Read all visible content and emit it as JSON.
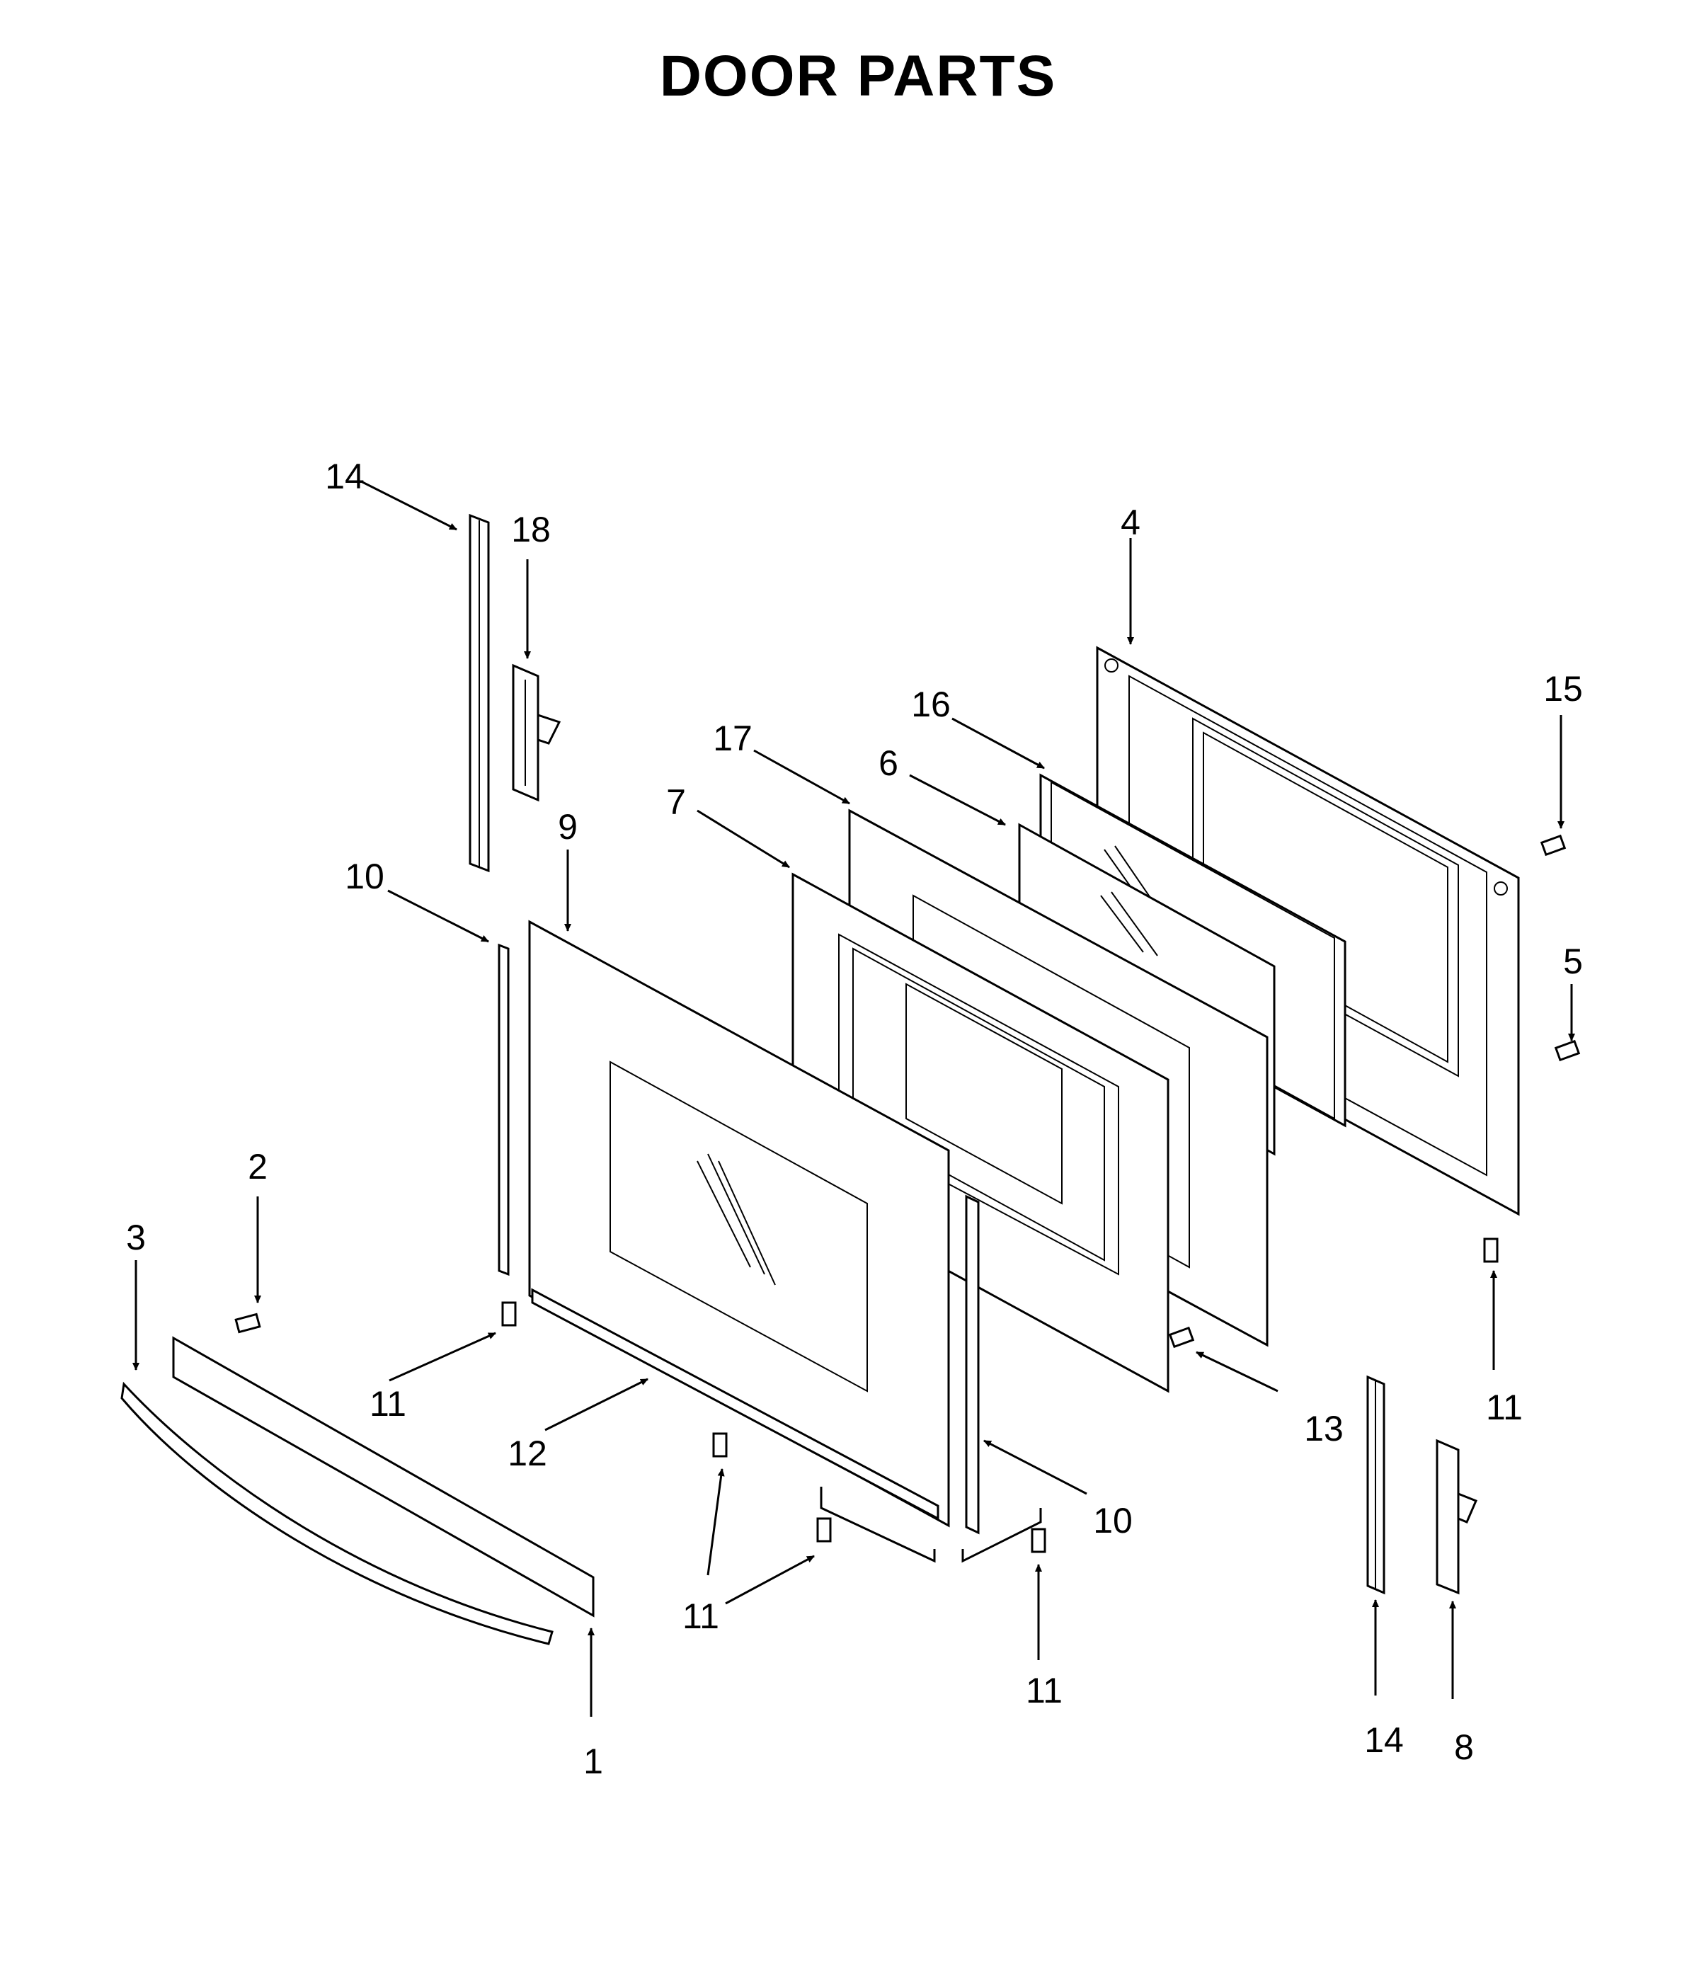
{
  "title": "DOOR PARTS",
  "callouts": {
    "c14_top": "14",
    "c18": "18",
    "c4": "4",
    "c15": "15",
    "c16": "16",
    "c17": "17",
    "c6": "6",
    "c7": "7",
    "c9": "9",
    "c10_left": "10",
    "c5": "5",
    "c2": "2",
    "c3": "3",
    "c11_a": "11",
    "c12": "12",
    "c13": "13",
    "c11_right": "11",
    "c10_right": "10",
    "c11_b": "11",
    "c11_c": "11",
    "c1": "1",
    "c14_bottom": "14",
    "c8": "8"
  }
}
